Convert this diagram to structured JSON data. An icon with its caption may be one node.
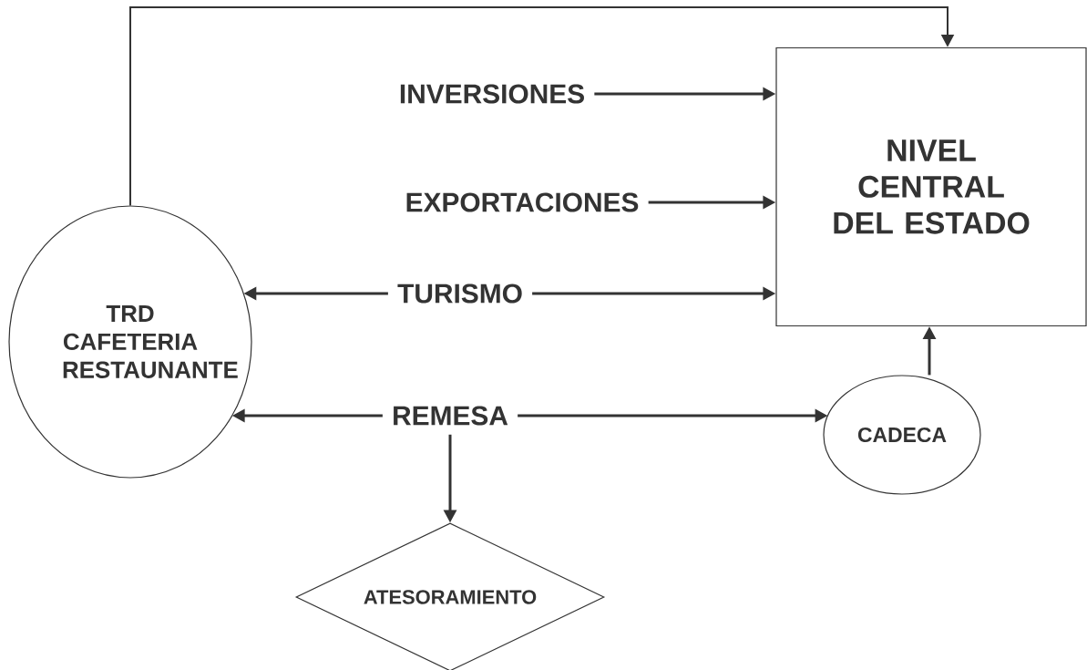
{
  "diagram": {
    "nodes": [
      {
        "text": [
          "TRD CAFETERIA RESTAUNANTE"
        ]
      },
      {
        "text": [
          "NIVEL CENTRAL DEL ESTADO"
        ]
      },
      {
        "text": [
          "INVERSIONES"
        ]
      },
      {
        "text": [
          "EXPORTACIONES"
        ]
      },
      {
        "text": [
          "TURISMO"
        ]
      },
      {
        "text": [
          "REMESA"
        ]
      },
      {
        "text": [
          "CADECA"
        ]
      },
      {
        "text": [
          "ATESORAMIENTO"
        ]
      }
    ],
    "edges": [
      {
        "from": 0,
        "to": 1,
        "arrow": "to"
      },
      {
        "from": 2,
        "to": 1,
        "arrow": "to"
      },
      {
        "from": 3,
        "to": 1,
        "arrow": "to"
      },
      {
        "from": 4,
        "to": 0,
        "arrow": "to"
      },
      {
        "from": 4,
        "to": 1,
        "arrow": "to"
      },
      {
        "from": 5,
        "to": 0,
        "arrow": "to"
      },
      {
        "from": 5,
        "to": 6,
        "arrow": "to"
      },
      {
        "from": 5,
        "to": 7,
        "arrow": "to"
      },
      {
        "from": 6,
        "to": 1,
        "arrow": "to"
      }
    ]
  }
}
